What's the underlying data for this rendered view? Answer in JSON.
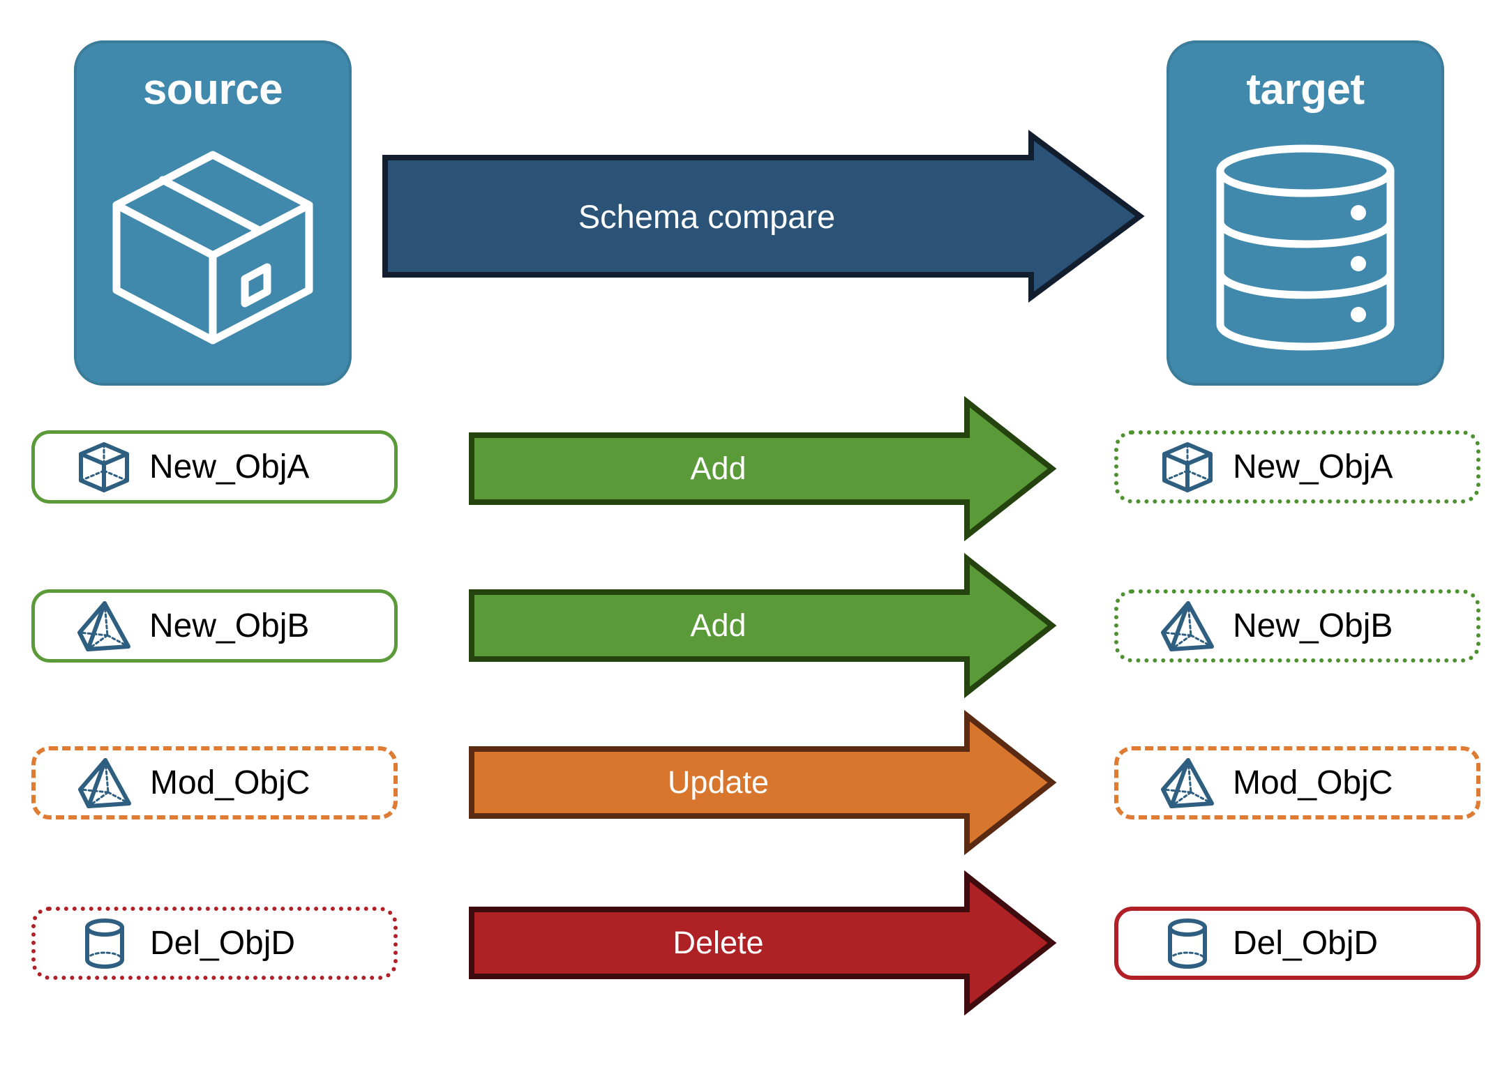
{
  "endpoints": {
    "source": {
      "title": "source",
      "icon": "package-cube-icon",
      "fill": "#4189AC"
    },
    "target": {
      "title": "target",
      "icon": "database-cylinder-icon",
      "fill": "#4189AC"
    }
  },
  "compare": {
    "label": "Schema compare",
    "fill": "#2B5377",
    "stroke": "#121E2E"
  },
  "palette": {
    "card_blue": "#4189AC",
    "icon_blue": "#2E5E80",
    "green": "#5B9A39",
    "green_dark": "#25430F",
    "orange": "#D9762E",
    "orange_dark": "#5A2B12",
    "red": "#AE2226",
    "red_dark": "#3E0C0E",
    "navy": "#2B5377"
  },
  "rows": [
    {
      "action": "Add",
      "arrow_fill": "#5B9A39",
      "arrow_stroke": "#25430F",
      "source": {
        "label": "New_ObjA",
        "icon": "cube-wireframe-icon",
        "border": "solid-green"
      },
      "target": {
        "label": "New_ObjA",
        "icon": "cube-wireframe-icon",
        "border": "dotted-green"
      }
    },
    {
      "action": "Add",
      "arrow_fill": "#5B9A39",
      "arrow_stroke": "#25430F",
      "source": {
        "label": "New_ObjB",
        "icon": "pyramid-wireframe-icon",
        "border": "solid-green"
      },
      "target": {
        "label": "New_ObjB",
        "icon": "pyramid-wireframe-icon",
        "border": "dotted-green"
      }
    },
    {
      "action": "Update",
      "arrow_fill": "#D9762E",
      "arrow_stroke": "#5A2B12",
      "source": {
        "label": "Mod_ObjC",
        "icon": "pyramid-wireframe-icon",
        "border": "dashed-orange"
      },
      "target": {
        "label": "Mod_ObjC",
        "icon": "pyramid-wireframe-icon",
        "border": "dashed-orange"
      }
    },
    {
      "action": "Delete",
      "arrow_fill": "#AE2226",
      "arrow_stroke": "#3E0C0E",
      "source": {
        "label": "Del_ObjD",
        "icon": "cylinder-wireframe-icon",
        "border": "dotted-red"
      },
      "target": {
        "label": "Del_ObjD",
        "icon": "cylinder-wireframe-icon",
        "border": "solid-red"
      }
    }
  ]
}
